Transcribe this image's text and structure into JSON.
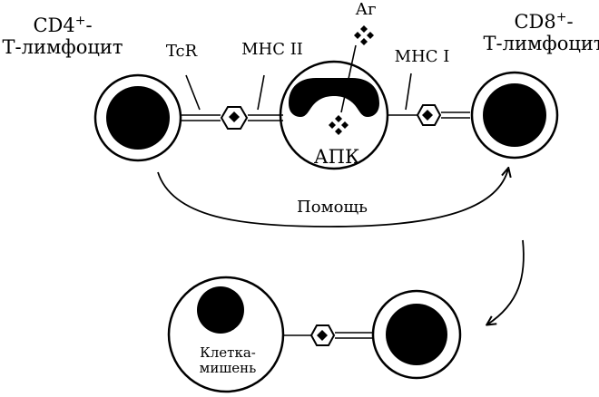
{
  "labels": {
    "cd4_line1": "CD4",
    "cd4_sup": "+",
    "cd4_dash": "-",
    "cd4_line2": "Т-лимфоцит",
    "cd8_line1": "CD8",
    "cd8_sup": "+",
    "cd8_dash": "-",
    "cd8_line2": "Т-лимфоцит",
    "tcr": "TcR",
    "mhc2": "MHC II",
    "mhc1": "MHC I",
    "antigen": "Аг",
    "apc": "АПК",
    "help": "Помощь",
    "target_line1": "Клетка-",
    "target_line2": "мишень"
  },
  "colors": {
    "ink": "#000000",
    "background": "#ffffff"
  }
}
